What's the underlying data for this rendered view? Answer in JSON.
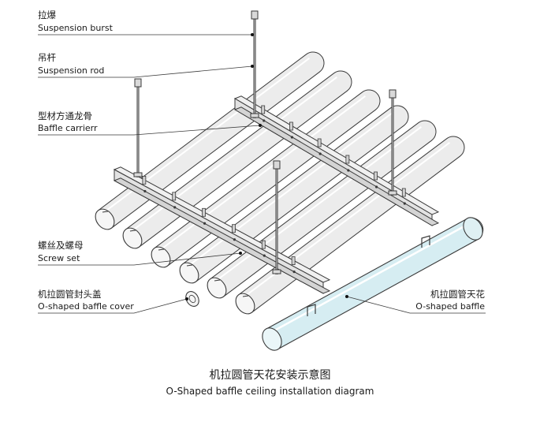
{
  "labels": {
    "suspension_burst": {
      "zh": "拉爆",
      "en": "Suspension burst"
    },
    "suspension_rod": {
      "zh": "吊杆",
      "en": "Suspension rod"
    },
    "baffle_carrier": {
      "zh": "型材方通龙骨",
      "en": "Baffle carrierr"
    },
    "screw_set": {
      "zh": "螺丝及螺母",
      "en": "Screw set"
    },
    "baffle_cover": {
      "zh": "机拉圆管封头盖",
      "en": "O-shaped baffle cover"
    },
    "o_baffle": {
      "zh": "机拉圆管天花",
      "en": "O-shaped baffle"
    }
  },
  "caption": {
    "zh": "机拉圆管天花安装示意图",
    "en": "O-Shaped baffle ceiling installation diagram"
  },
  "colors": {
    "line": "#3a3a3a",
    "tube_fill": "#ececec",
    "highlight_tube": "#d6edf2",
    "carrier_fill": "#e2e2e2"
  }
}
